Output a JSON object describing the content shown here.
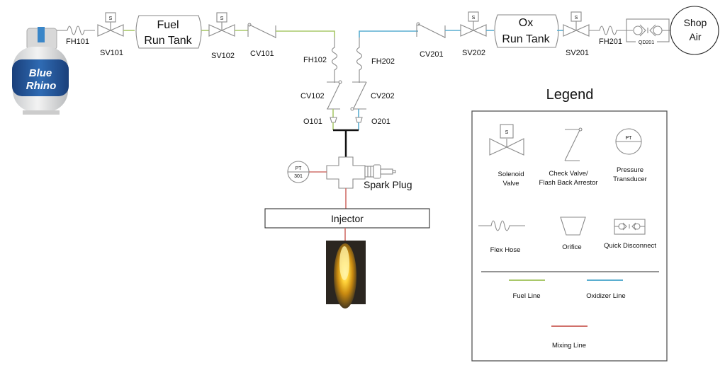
{
  "diagram": {
    "fuel_side": {
      "source": {
        "label_line1": "Blue",
        "label_line2": "Rhino"
      },
      "components": [
        "FH101",
        "SV101",
        "SV102",
        "CV101",
        "FH102",
        "CV102",
        "O101"
      ],
      "tank": {
        "line1": "Fuel",
        "line2": "Run Tank"
      }
    },
    "ox_side": {
      "source": {
        "line1": "Shop",
        "line2": "Air"
      },
      "components": [
        "QD201",
        "FH201",
        "SV201",
        "SV202",
        "CV201",
        "FH202",
        "CV202",
        "O201"
      ],
      "tank": {
        "line1": "Ox",
        "line2": "Run Tank"
      }
    },
    "labels": {
      "FH101": "FH101",
      "SV101": "SV101",
      "SV102": "SV102",
      "CV101": "CV101",
      "FH102": "FH102",
      "CV102": "CV102",
      "O101": "O101",
      "FH202": "FH202",
      "CV202": "CV202",
      "O201": "O201",
      "CV201": "CV201",
      "SV202": "SV202",
      "SV201": "SV201",
      "FH201": "FH201",
      "QD201": "QD201",
      "S": "S",
      "PT301_top": "PT",
      "PT301_bottom": "301",
      "spark_plug": "Spark Plug",
      "injector": "Injector"
    },
    "legend": {
      "title": "Legend",
      "items": [
        {
          "symbol": "solenoid-valve",
          "label_line1": "Solenoid",
          "label_line2": "Valve"
        },
        {
          "symbol": "check-valve",
          "label_line1": "Check Valve/",
          "label_line2": "Flash Back Arrestor"
        },
        {
          "symbol": "pressure-transducer",
          "label_line1": "Pressure",
          "label_line2": "Transducer",
          "glyph": "PT"
        },
        {
          "symbol": "flex-hose",
          "label_line1": "Flex Hose"
        },
        {
          "symbol": "orifice",
          "label_line1": "Orifice"
        },
        {
          "symbol": "quick-disconnect",
          "label_line1": "Quick Disconnect"
        }
      ],
      "lines": [
        {
          "label": "Fuel Line",
          "color": "#a9c86a"
        },
        {
          "label": "Oxidizer Line",
          "color": "#5aaed0"
        },
        {
          "label": "Mixing Line",
          "color": "#d0706a"
        }
      ]
    },
    "colors": {
      "fuel": "#a9c86a",
      "oxidizer": "#5aaed0",
      "mixing": "#d0706a"
    }
  }
}
